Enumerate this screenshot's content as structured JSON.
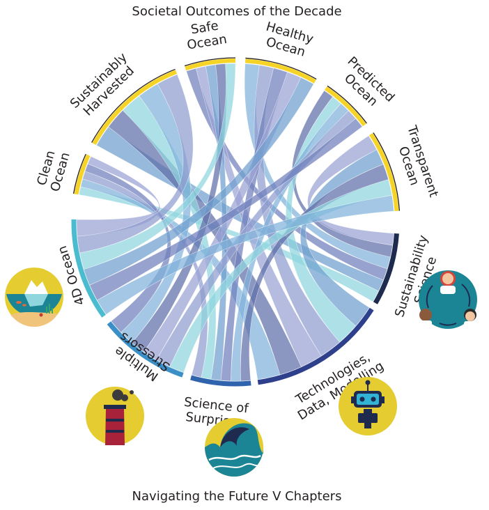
{
  "diagram": {
    "title": "Societal Outcomes of the Decade",
    "bottom_title": "Navigating the Future V Chapters",
    "outcomes": [
      {
        "id": "clean",
        "lines": [
          "Clean",
          "Ocean"
        ]
      },
      {
        "id": "harvested",
        "lines": [
          "Sustainably",
          "Harvested"
        ]
      },
      {
        "id": "safe",
        "lines": [
          "Safe",
          "Ocean"
        ]
      },
      {
        "id": "healthy",
        "lines": [
          "Healthy",
          "Ocean"
        ]
      },
      {
        "id": "predicted",
        "lines": [
          "Predicted",
          "Ocean"
        ]
      },
      {
        "id": "transparent",
        "lines": [
          "Transparent",
          "Ocean"
        ]
      }
    ],
    "chapters": [
      {
        "id": "sustain",
        "lines": [
          "Sustainability",
          "Science"
        ],
        "color": "#1e2a4e",
        "icon": "scientists-cycle-icon"
      },
      {
        "id": "tech",
        "lines": [
          "Technologies,",
          "Data, Modelling"
        ],
        "color": "#2e3f8c",
        "icon": "robot-icon"
      },
      {
        "id": "surprise",
        "lines": [
          "Science of",
          "Surprises"
        ],
        "color": "#2f64ad",
        "icon": "wave-icon"
      },
      {
        "id": "stress",
        "lines": [
          "Multiple",
          "Stressors"
        ],
        "color": "#3a8fc6",
        "icon": "factory-chimney-icon"
      },
      {
        "id": "ocean4d",
        "lines": [
          "4D Ocean"
        ],
        "color": "#4bbcd0",
        "icon": "iceberg-seafloor-icon"
      }
    ],
    "outcome_color": "#f5d327",
    "ribbon_colors": [
      "#8fd6de",
      "#7fb1d9",
      "#8f9ccf",
      "#6f7fbb",
      "#9aa2d4",
      "#6fa0cf",
      "#5e6fa8"
    ]
  }
}
